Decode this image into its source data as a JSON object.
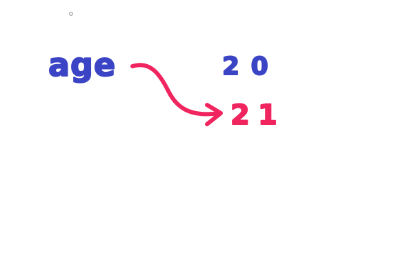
{
  "colors": {
    "background": "#ffffff",
    "variable_ink": "#3b44c4",
    "value_ink": "#3b44c4",
    "arrow_ink": "#f0245e",
    "new_value_ink": "#f0245e",
    "cursor_dot": "#8a8a8a"
  },
  "sketch": {
    "variable_name": "age",
    "old_value": "2 0",
    "new_value": "21"
  },
  "icons": {
    "cursor": "small-circle-cursor-icon",
    "arrow": "curved-arrow-icon"
  }
}
